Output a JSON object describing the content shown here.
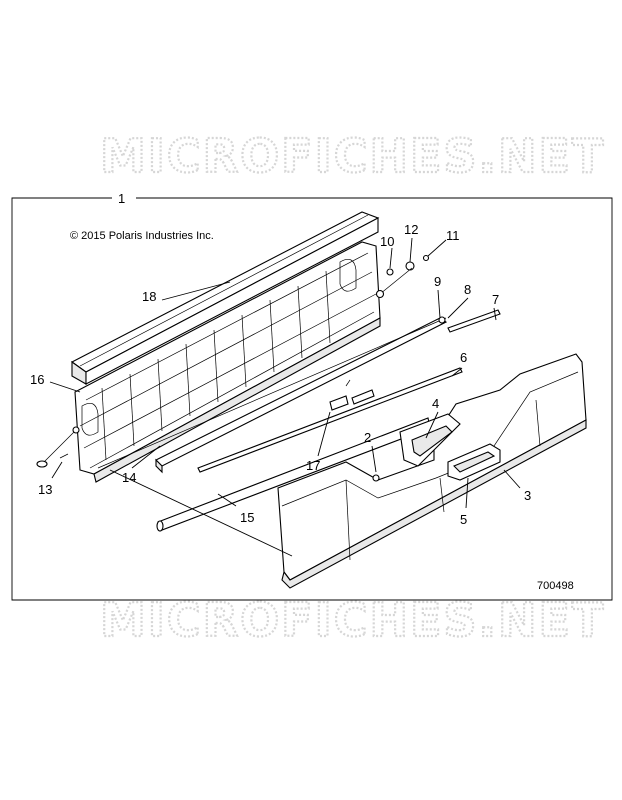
{
  "watermark": "MICROFICHES.NET",
  "copyright": "© 2015 Polaris Industries Inc.",
  "diagram_number": "700498",
  "assembly_label": "1",
  "callouts": [
    {
      "id": "c2",
      "label": "2"
    },
    {
      "id": "c3",
      "label": "3"
    },
    {
      "id": "c4",
      "label": "4"
    },
    {
      "id": "c5",
      "label": "5"
    },
    {
      "id": "c6",
      "label": "6"
    },
    {
      "id": "c7",
      "label": "7"
    },
    {
      "id": "c8",
      "label": "8"
    },
    {
      "id": "c9",
      "label": "9"
    },
    {
      "id": "c10",
      "label": "10"
    },
    {
      "id": "c11",
      "label": "11"
    },
    {
      "id": "c12",
      "label": "12"
    },
    {
      "id": "c13",
      "label": "13"
    },
    {
      "id": "c14",
      "label": "14"
    },
    {
      "id": "c15",
      "label": "15"
    },
    {
      "id": "c16",
      "label": "16"
    },
    {
      "id": "c17",
      "label": "17"
    },
    {
      "id": "c18",
      "label": "18"
    }
  ]
}
